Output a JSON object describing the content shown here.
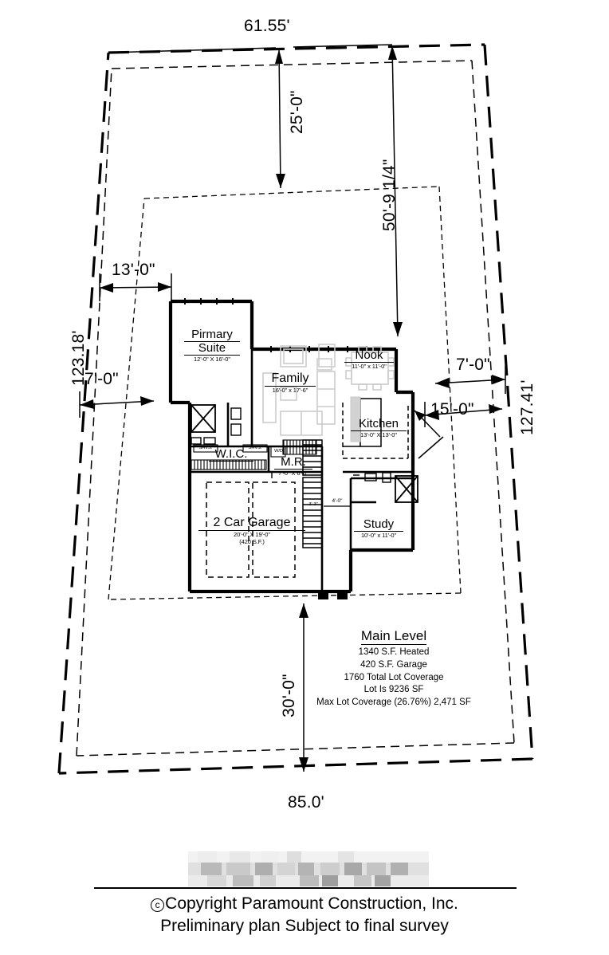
{
  "document": {
    "type": "site-plan",
    "level_title": "Main Level"
  },
  "lot_dimensions": {
    "top": "61.55'",
    "bottom": "85.0'",
    "left": "123.18'",
    "right": "127.41'"
  },
  "setback_dimensions": {
    "front_setback": "25'-0\"",
    "house_depth": "50'-9 1/4\"",
    "left_offset": "13'-0\"",
    "left_side_setback": "7'-0\"",
    "right_side_setback": "7'-0\"",
    "right_offset": "15'-0\"",
    "rear_setback": "30'-0\""
  },
  "rooms": [
    {
      "name": "Pirmary Suite",
      "name_line1": "Pirmary",
      "name_line2": "Suite",
      "dims": "12'-0\" X 16'-0\""
    },
    {
      "name": "Family",
      "dims": "16'-0\" x 17'-6\""
    },
    {
      "name": "Nook",
      "dims": "11'-0\" x 11'-0\""
    },
    {
      "name": "Kitchen",
      "dims": "13'-0\" X 13'-0\""
    },
    {
      "name": "W.I.C.",
      "dims": ""
    },
    {
      "name": "M.R.",
      "dims": "7'-0\" X 6'-0\""
    },
    {
      "name": "2 Car Garage",
      "dims": "20'-0\" X 19'-0\"",
      "dims2": "(420 S.F.)"
    },
    {
      "name": "Study",
      "dims": "10'-0\" x 11'-0\""
    }
  ],
  "fixture_labels": {
    "shelves_left": "SHVS.",
    "shelves_right": "SHVS.",
    "washer_dryer": "W/D",
    "stair_note": "3'-3\"",
    "hall_width": "4'-0\""
  },
  "summary": {
    "title": "Main Level",
    "lines": [
      "1340 S.F. Heated",
      "420 S.F. Garage",
      "1760 Total Lot Coverage",
      "Lot Is 9236 SF",
      "Max Lot Coverage (26.76%) 2,471 SF"
    ]
  },
  "footer": {
    "copyright_symbol": "c",
    "copyright_line": "Copyright Paramount Construction, Inc.",
    "disclaimer_line": "Preliminary plan Subject to final survey"
  },
  "colors": {
    "ink": "#000000",
    "background": "#ffffff",
    "furniture": "#c8c8c8",
    "redaction": "#b4b4b4"
  }
}
